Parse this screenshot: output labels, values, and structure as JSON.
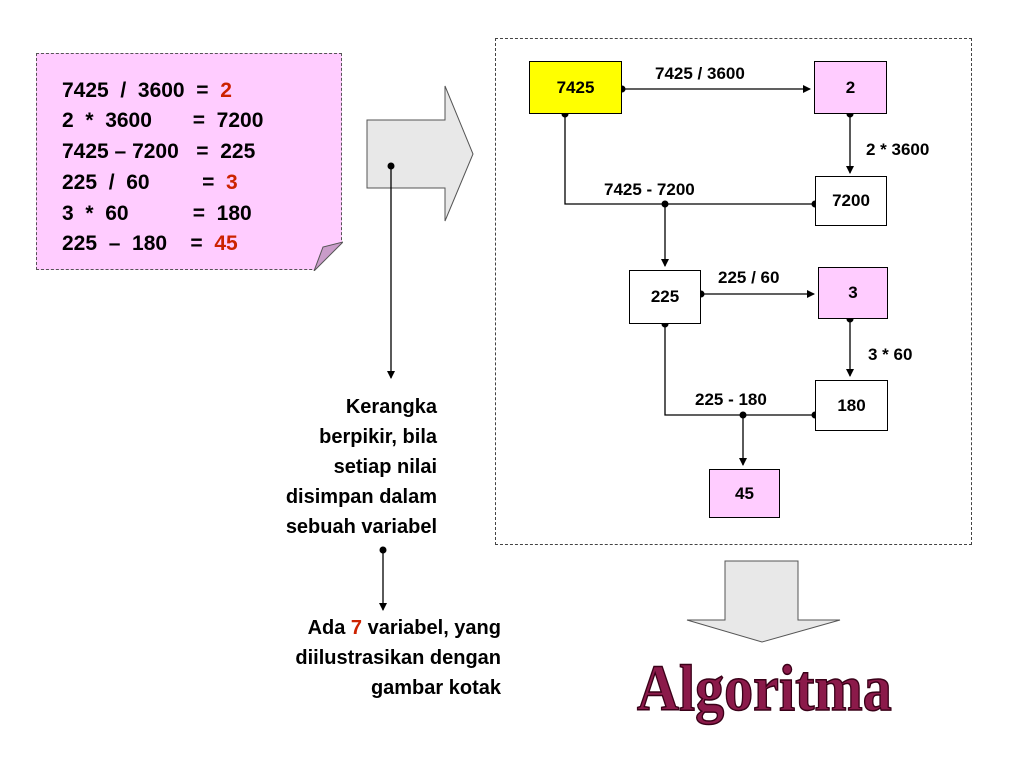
{
  "notes": {
    "lines": [
      {
        "left": "7425  /  3600  =  ",
        "value": "2",
        "value_color": "#cc2200"
      },
      {
        "left": "2  *  3600       =  7200",
        "value": "",
        "value_color": ""
      },
      {
        "left": "7425 – 7200   =  225",
        "value": "",
        "value_color": ""
      },
      {
        "left": "225  /  60         =  ",
        "value": "3",
        "value_color": "#cc2200"
      },
      {
        "left": "3  *  60           =  180",
        "value": "",
        "value_color": ""
      },
      {
        "left": "225  –  180    =  ",
        "value": "45",
        "value_color": "#cc2200"
      }
    ]
  },
  "diagram": {
    "boxes": {
      "n7425": "7425",
      "n2": "2",
      "n7200": "7200",
      "n225": "225",
      "n3": "3",
      "n180": "180",
      "n45": "45"
    },
    "labels": {
      "div3600": "7425 / 3600",
      "mul3600": "2 * 3600",
      "sub7200": "7425 - 7200",
      "div60": "225 / 60",
      "mul60": "3 * 60",
      "sub180": "225 - 180"
    }
  },
  "explanation": {
    "lines": [
      "Kerangka",
      "berpikir, bila",
      "setiap nilai",
      "disimpan dalam",
      "sebuah variabel"
    ]
  },
  "summary": {
    "prefix": "Ada ",
    "count": "7",
    "line1_suffix": " variabel, yang",
    "line2": "diilustrasikan dengan",
    "line3": "gambar kotak"
  },
  "title": "Algoritma",
  "colors": {
    "note_bg": "#ffccff",
    "pink_box": "#ffccff",
    "yellow_box": "#ffff00",
    "highlight_red": "#cc2200",
    "title_fill": "#8b1a4a",
    "arrow_fill": "#e8e8e8"
  }
}
